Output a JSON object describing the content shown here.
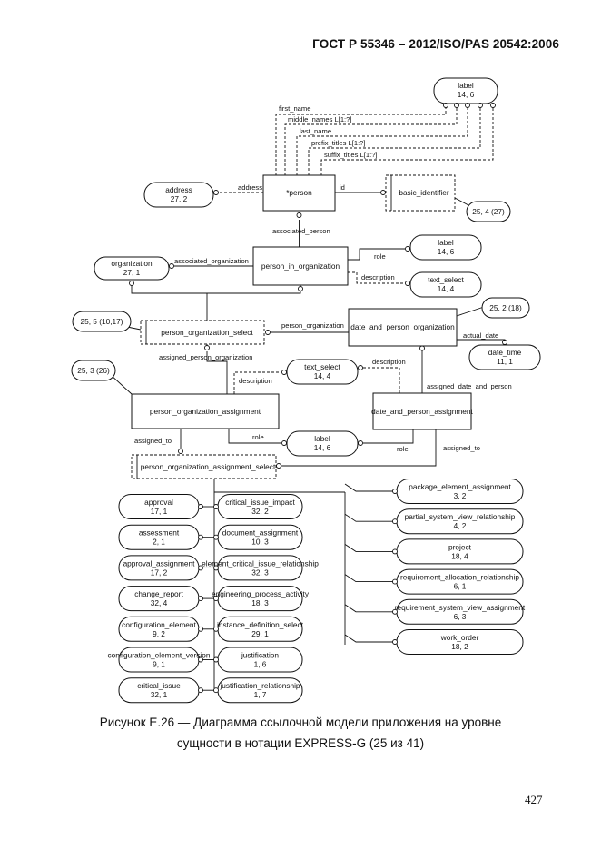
{
  "header": "ГОСТ  Р 55346 – 2012/ISO/PAS 20542:2006",
  "caption_line1": "Рисунок Е.26 — Диаграмма ссылочной модели приложения на уровне",
  "caption_line2": "сущности в нотации EXPRESS-G (25 из 41)",
  "page_number": "427",
  "entities": {
    "person": "*person",
    "person_in_organization": "person_in_organization",
    "date_and_person_organization": "date_and_person_organization",
    "person_organization_assignment": "person_organization_assignment",
    "date_and_person_assignment": "date_and_person_assignment"
  },
  "selects": {
    "basic_identifier": "basic_identifier",
    "person_organization_select": "person_organization_select",
    "person_organization_assignment_select": "person_organization_assignment_select"
  },
  "refs": {
    "label_top": [
      "label",
      "14, 6"
    ],
    "address": [
      "address",
      "27, 2"
    ],
    "organization": [
      "organization",
      "27, 1"
    ],
    "label_pio": [
      "label",
      "14, 6"
    ],
    "text_select_pio": [
      "text_select",
      "14, 4"
    ],
    "date_time": [
      "date_time",
      "11, 1"
    ],
    "text_select_mid": [
      "text_select",
      "14, 4"
    ],
    "label_mid": [
      "label",
      "14, 6"
    ]
  },
  "page_refs": {
    "pr_25_4_27": "25, 4 (27)",
    "pr_25_2_18": "25, 2 (18)",
    "pr_25_5_10_17": "25, 5 (10,17)",
    "pr_25_3_26": "25, 3 (26)"
  },
  "attributes": {
    "first_name": "first_name",
    "middle_names": "middle_names L[1:?]",
    "last_name": "last_name",
    "prefix_titles": "prefix_titles L[1:?]",
    "suffix_titles": "suffix_titles L[1:?]",
    "address": "address",
    "id": "id",
    "associated_person": "associated_person",
    "associated_organization": "associated_organization",
    "role_pio": "role",
    "description_pio": "description",
    "person_organization": "person_organization",
    "actual_date": "actual_date",
    "assigned_person_organization": "assigned_person_organization",
    "description_left": "description",
    "description_right": "description",
    "assigned_date_and_person": "assigned_date_and_person",
    "role_left": "role",
    "role_right": "role",
    "assigned_to_left": "assigned_to",
    "assigned_to_right": "assigned_to"
  },
  "select_items_col1": [
    [
      "approval",
      "17, 1"
    ],
    [
      "assessment",
      "2, 1"
    ],
    [
      "approval_assignment",
      "17, 2"
    ],
    [
      "change_report",
      "32, 4"
    ],
    [
      "configuration_element",
      "9, 2"
    ],
    [
      "configuration_element_version",
      "9, 1"
    ],
    [
      "critical_issue",
      "32, 1"
    ]
  ],
  "select_items_col2": [
    [
      "critical_issue_impact",
      "32, 2"
    ],
    [
      "document_assignment",
      "10, 3"
    ],
    [
      "element_critical_issue_relationship",
      "32, 3"
    ],
    [
      "engineering_process_activity",
      "18, 3"
    ],
    [
      "instance_definition_select",
      "29, 1"
    ],
    [
      "justification",
      "1, 6"
    ],
    [
      "justification_relationship",
      "1, 7"
    ]
  ],
  "select_items_col3": [
    [
      "package_element_assignment",
      "3, 2"
    ],
    [
      "partial_system_view_relationship",
      "4, 2"
    ],
    [
      "project",
      "18, 4"
    ],
    [
      "requirement_allocation_relationship",
      "6, 1"
    ],
    [
      "requirement_system_view_assignment",
      "6, 3"
    ],
    [
      "work_order",
      "18, 2"
    ]
  ]
}
